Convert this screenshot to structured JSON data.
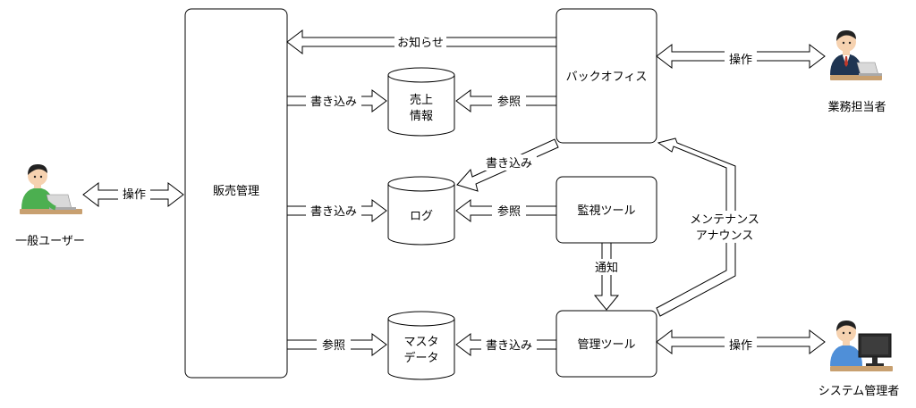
{
  "nodes": {
    "hanbai": "販売管理",
    "backoffice": "バックオフィス",
    "kanshi": "監視ツール",
    "kanri": "管理ツール",
    "uriage_line1": "売上",
    "uriage_line2": "情報",
    "log": "ログ",
    "master_line1": "マスタ",
    "master_line2": "データ"
  },
  "actors": {
    "general_user": "一般ユーザー",
    "business_staff": "業務担当者",
    "system_admin": "システム管理者"
  },
  "edges": {
    "oshirase": "お知らせ",
    "kakikomi_uriage": "書き込み",
    "sansho_uriage": "参照",
    "kakikomi_back_log": "書き込み",
    "sosa_user": "操作",
    "kakikomi_log": "書き込み",
    "sansho_log": "参照",
    "tsuchi": "通知",
    "maintenance_line1": "メンテナンス",
    "maintenance_line2": "アナウンス",
    "sansho_master": "参照",
    "kakikomi_master": "書き込み",
    "sosa_staff": "操作",
    "sosa_admin": "操作"
  },
  "colors": {
    "user_shirt": "#4caf50",
    "staff_suit": "#1f3552",
    "admin_shirt": "#4f8fd8",
    "desk": "#c8a070",
    "skin": "#f6d2b0",
    "hair": "#222222"
  },
  "icons": [
    "person-laptop-icon",
    "businessman-laptop-icon",
    "admin-monitor-icon"
  ]
}
